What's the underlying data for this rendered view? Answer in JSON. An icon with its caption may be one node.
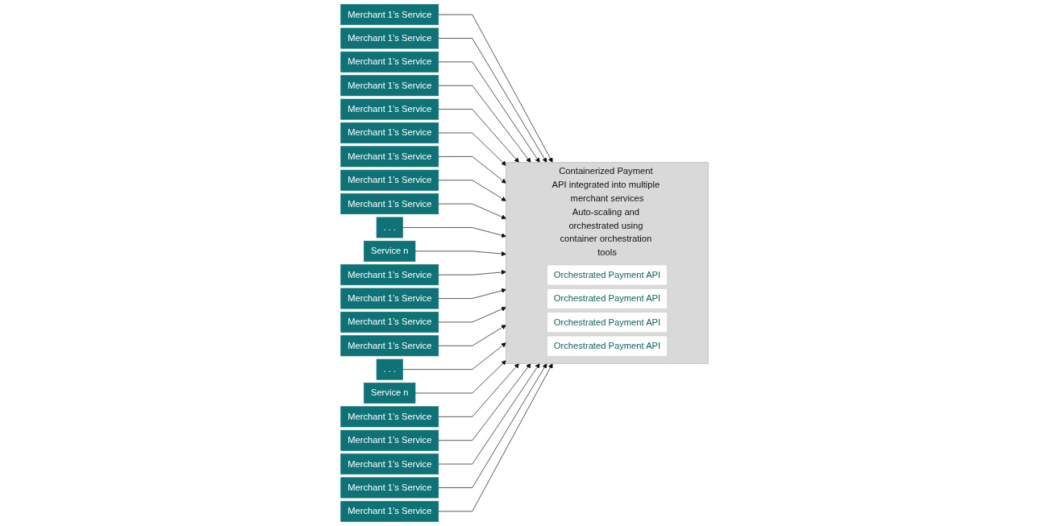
{
  "diagram": {
    "nodes": [
      {
        "text": [
          "Merchant 1’s Service"
        ]
      },
      {
        "text": [
          "Merchant 1’s Service"
        ]
      },
      {
        "text": [
          "Merchant 1’s Service"
        ]
      },
      {
        "text": [
          "Merchant 1’s Service"
        ]
      },
      {
        "text": [
          "Merchant 1’s Service"
        ]
      },
      {
        "text": [
          "Containerized Payment API integrated into multiple merchant services",
          "Auto-scaling and orchestrated using container orchestration tools"
        ]
      },
      {
        "text": [
          "Orchestrated Payment API"
        ],
        "in": 5
      },
      {
        "text": [
          "Orchestrated Payment API"
        ],
        "in": 5
      },
      {
        "text": [
          "Orchestrated Payment API"
        ],
        "in": 5
      },
      {
        "text": [
          "Orchestrated Payment API"
        ],
        "in": 5
      },
      {
        "text": [
          "Merchant 1’s Service"
        ]
      },
      {
        "text": [
          "Merchant 1’s Service"
        ]
      },
      {
        "text": [
          "Merchant 1’s Service"
        ]
      },
      {
        "text": [
          "Merchant 1’s Service"
        ]
      },
      {
        "text": [
          ". . ."
        ]
      },
      {
        "text": [
          "Service n"
        ]
      },
      {
        "text": [
          "Merchant 1’s Service"
        ]
      },
      {
        "text": [
          "Merchant 1’s Service"
        ]
      },
      {
        "text": [
          "Merchant 1’s Service"
        ]
      },
      {
        "text": [
          "Merchant 1’s Service"
        ]
      },
      {
        "text": [
          ". . ."
        ]
      },
      {
        "text": [
          "Service n"
        ]
      },
      {
        "text": [
          "Merchant 1’s Service"
        ]
      },
      {
        "text": [
          "Merchant 1’s Service"
        ]
      },
      {
        "text": [
          "Merchant 1’s Service"
        ]
      },
      {
        "text": [
          "Merchant 1’s Service"
        ]
      },
      {
        "text": [
          "Merchant 1’s Service"
        ]
      }
    ],
    "edges": [
      {
        "from": 0,
        "to": 5,
        "arrow": "to"
      },
      {
        "from": 1,
        "to": 5,
        "arrow": "to"
      },
      {
        "from": 2,
        "to": 5,
        "arrow": "to"
      },
      {
        "from": 3,
        "to": 5,
        "arrow": "to"
      },
      {
        "from": 4,
        "to": 5,
        "arrow": "to"
      },
      {
        "from": 10,
        "to": 5,
        "arrow": "to"
      },
      {
        "from": 11,
        "to": 5,
        "arrow": "to"
      },
      {
        "from": 12,
        "to": 5,
        "arrow": "to"
      },
      {
        "from": 13,
        "to": 5,
        "arrow": "to"
      },
      {
        "from": 14,
        "to": 5,
        "arrow": "to"
      },
      {
        "from": 15,
        "to": 5,
        "arrow": "to"
      },
      {
        "from": 16,
        "to": 5,
        "arrow": "to"
      },
      {
        "from": 17,
        "to": 5,
        "arrow": "to"
      },
      {
        "from": 18,
        "to": 5,
        "arrow": "to"
      },
      {
        "from": 19,
        "to": 5,
        "arrow": "to"
      },
      {
        "from": 20,
        "to": 5,
        "arrow": "to"
      },
      {
        "from": 21,
        "to": 5,
        "arrow": "to"
      },
      {
        "from": 22,
        "to": 5,
        "arrow": "to"
      },
      {
        "from": 23,
        "to": 5,
        "arrow": "to"
      },
      {
        "from": 24,
        "to": 5,
        "arrow": "to"
      },
      {
        "from": 25,
        "to": 5,
        "arrow": "to"
      },
      {
        "from": 26,
        "to": 5,
        "arrow": "to"
      }
    ]
  }
}
